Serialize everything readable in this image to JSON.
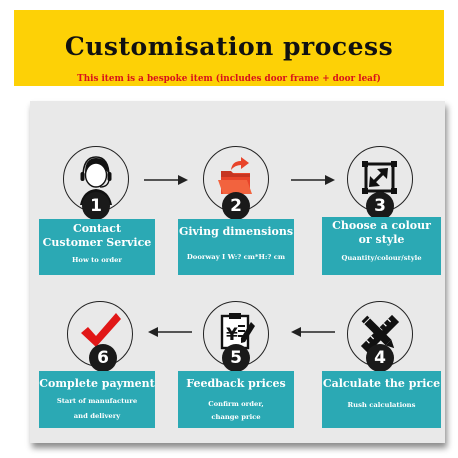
{
  "banner": {
    "title": "Customisation process",
    "subtitle": "This item is a bespoke item (includes door frame + door leaf)"
  },
  "steps": [
    {
      "number": "1",
      "icon": "customer-service-icon",
      "title_line1": "Contact",
      "title_line2": "Customer Service",
      "detail": "How to order"
    },
    {
      "number": "2",
      "icon": "folder-dimensions-icon",
      "title_line1": "Giving dimensions",
      "title_line2": "",
      "detail": "Doorway I W:? cm*H:? cm"
    },
    {
      "number": "3",
      "icon": "resize-icon",
      "title_line1": "Choose a colour",
      "title_line2": "or style",
      "detail": "Quantity/colour/style"
    },
    {
      "number": "4",
      "icon": "pencil-ruler-icon",
      "title_line1": "Calculate the price",
      "title_line2": "",
      "detail": "Rush calculations"
    },
    {
      "number": "5",
      "icon": "price-list-icon",
      "title_line1": "Feedback prices",
      "title_line2": "",
      "detail": "Confirm order,",
      "detail2": "change price"
    },
    {
      "number": "6",
      "icon": "checkmark-icon",
      "title_line1": "Complete payment",
      "title_line2": "",
      "detail": "Start of manufacture",
      "detail2": "and delivery"
    }
  ],
  "colors": {
    "banner": "#fdd106",
    "card": "#2ba9b4",
    "subtitle": "#d8121b",
    "accent": "#e8442a"
  }
}
